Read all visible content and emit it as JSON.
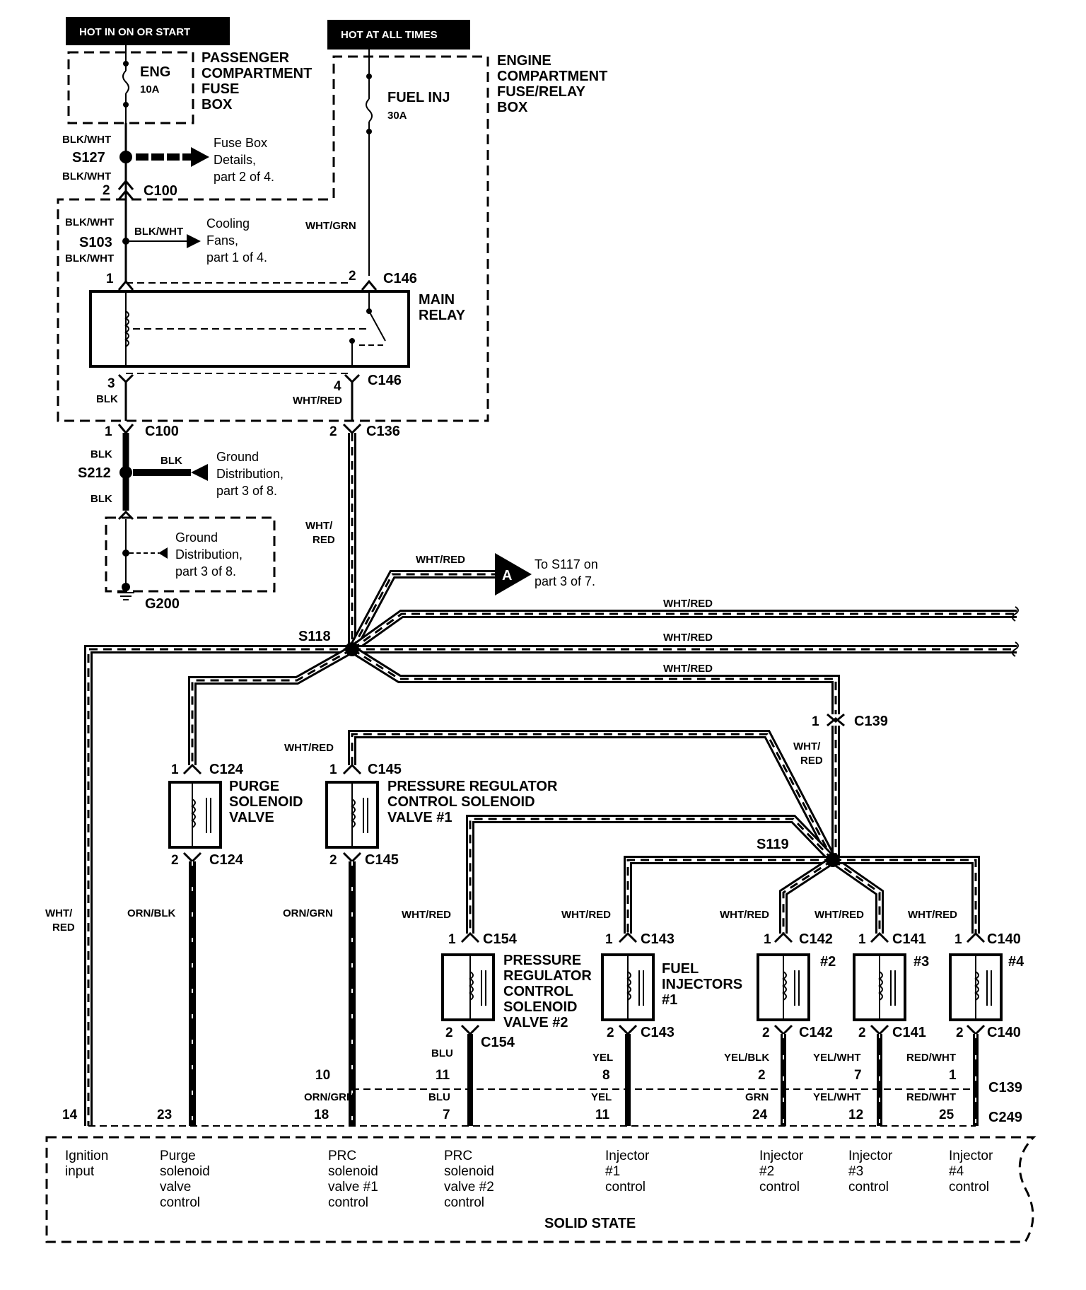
{
  "header_left": "HOT IN ON OR START",
  "header_right": "HOT AT ALL TIMES",
  "fuses": {
    "eng_name": "ENG",
    "eng_rating": "10A",
    "inj_name": "FUEL INJ",
    "inj_rating": "30A"
  },
  "boxes": {
    "passenger": [
      "PASSENGER",
      "COMPARTMENT",
      "FUSE",
      "BOX"
    ],
    "engine": [
      "ENGINE",
      "COMPARTMENT",
      "FUSE/RELAY",
      "BOX"
    ]
  },
  "relay": [
    "MAIN",
    "RELAY"
  ],
  "splices": [
    "S127",
    "S103",
    "S212",
    "S118",
    "S119"
  ],
  "ground": "G200",
  "refs": {
    "fuse_box": [
      "Fuse Box",
      "Details,",
      "part 2 of 4."
    ],
    "cooling": [
      "Cooling",
      "Fans,",
      "part 1 of 4."
    ],
    "ground1": [
      "Ground",
      "Distribution,",
      "part 3 of 8."
    ],
    "ground2": [
      "Ground",
      "Distribution,",
      "part 3 of 8."
    ],
    "s117": [
      "To S117 on",
      "part 3 of 7."
    ],
    "marker": "A"
  },
  "connectors": [
    "C100",
    "C146",
    "C136",
    "C139",
    "C124",
    "C145",
    "C154",
    "C143",
    "C142",
    "C141",
    "C140",
    "C249"
  ],
  "wire_colors": [
    "BLK/WHT",
    "WHT/GRN",
    "BLK",
    "WHT/RED",
    "WHT/",
    "RED",
    "ORN/BLK",
    "ORN/GRN",
    "BLU",
    "YEL",
    "YEL/BLK",
    "YEL/WHT",
    "RED/WHT",
    "GRN"
  ],
  "components": {
    "purge": [
      "PURGE",
      "SOLENOID",
      "VALVE"
    ],
    "prc1": [
      "PRESSURE REGULATOR",
      "CONTROL SOLENOID",
      "VALVE #1"
    ],
    "prc2": [
      "PRESSURE",
      "REGULATOR",
      "CONTROL",
      "SOLENOID",
      "VALVE #2"
    ],
    "inj1": [
      "FUEL",
      "INJECTORS",
      "#1"
    ],
    "inj2": "#2",
    "inj3": "#3",
    "inj4": "#4"
  },
  "pins": [
    "1",
    "2",
    "3",
    "4",
    "10",
    "11",
    "8",
    "7",
    "14",
    "23",
    "18",
    "24",
    "12",
    "25"
  ],
  "ecm_title": "SOLID STATE",
  "ecm_labels": [
    [
      "Ignition",
      "input"
    ],
    [
      "Purge",
      "solenoid",
      "valve",
      "control"
    ],
    [
      "PRC",
      "solenoid",
      "valve #1",
      "control"
    ],
    [
      "PRC",
      "solenoid",
      "valve #2",
      "control"
    ],
    [
      "Injector",
      "#1",
      "control"
    ],
    [
      "Injector",
      "#2",
      "control"
    ],
    [
      "Injector",
      "#3",
      "control"
    ],
    [
      "Injector",
      "#4",
      "control"
    ]
  ]
}
